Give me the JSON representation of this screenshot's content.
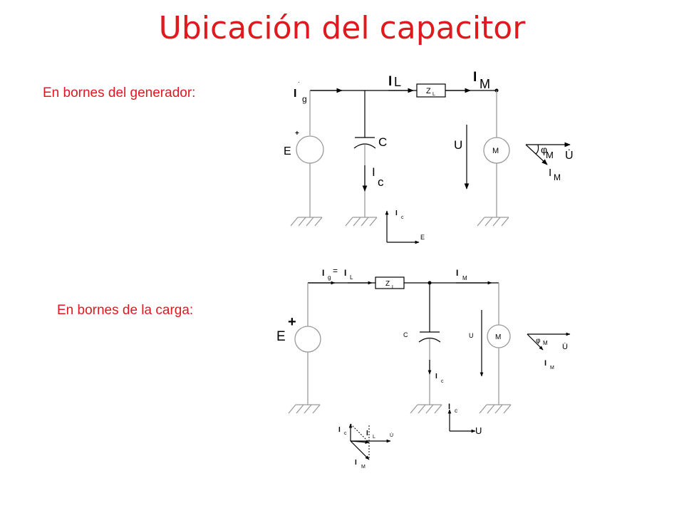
{
  "title": "Ubicación del capacitor",
  "captions": {
    "generator": "En bornes del generador:",
    "load": "En bornes de la carga:"
  },
  "circuit1": {
    "ig": "I",
    "ig_sub": "g",
    "il": "I",
    "il_sub": "L",
    "zl": "Z",
    "zl_sub": "L",
    "im": "I",
    "im_sub": "M",
    "e": "E",
    "plus": "+",
    "c": "C",
    "ic": "I",
    "ic_sub": "c",
    "u": "U",
    "m": "M",
    "phasor_phi": "φ",
    "phasor_phi_sub": "M",
    "phasor_u": "U̇",
    "phasor_im": "I",
    "phasor_im_sub": "M",
    "axis_ic": "I",
    "axis_ic_sub": "c",
    "axis_e": "E"
  },
  "circuit2": {
    "ig": "I",
    "ig_sub": "g",
    "eq": "=",
    "il": "I",
    "il_sub": "L",
    "zl": "Z",
    "zl_sub": "L",
    "im": "I",
    "im_sub": "M",
    "e": "E",
    "plus": "+",
    "c": "C",
    "ic": "I",
    "ic_sub": "c",
    "u": "U",
    "m": "M",
    "phasor_phi": "φ",
    "phasor_phi_sub": "M",
    "phasor_u": "U̇",
    "phasor_im": "I",
    "phasor_im_sub": "M",
    "axis_ic": "I",
    "axis_ic_sub": "c",
    "axis_u": "U",
    "sum_ic": "I",
    "sum_ic_sub": "c",
    "sum_il": "I",
    "sum_il_sub": "L",
    "sum_u": "U̇",
    "sum_im": "I",
    "sum_im_sub": "M"
  }
}
